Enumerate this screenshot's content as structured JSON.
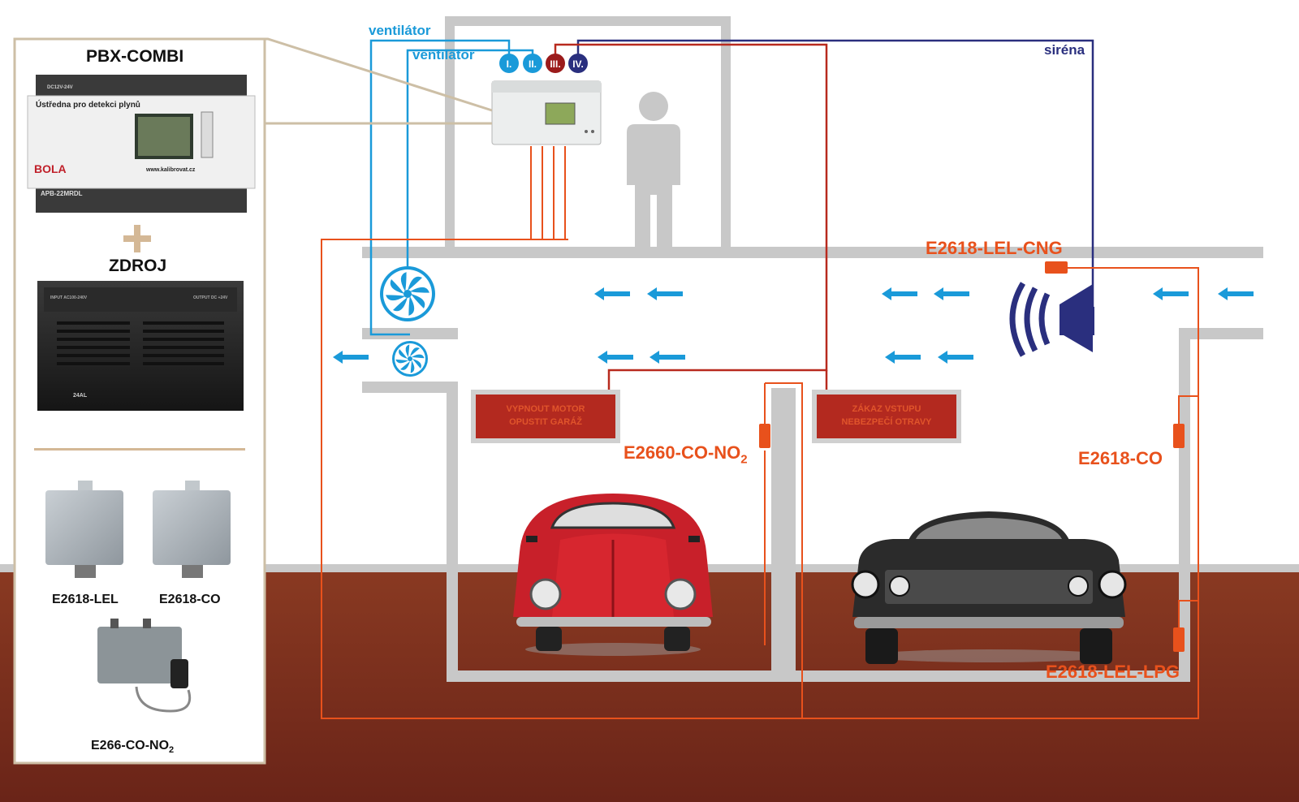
{
  "labels": {
    "pbx_combi": "PBX-COMBI",
    "zdroj": "ZDROJ",
    "plus": "+",
    "ventilator_1": "ventilátor",
    "ventilator_2": "ventilátor",
    "sirena": "siréna",
    "sensor_lel_cng": "E2618-LEL-CNG",
    "sensor_co_no2_main": "E2660-CO-NO",
    "sensor_co_no2_sub": "2",
    "sensor_co": "E2618-CO",
    "sensor_lel_lpg": "E2618-LEL-LPG",
    "panel_e2618_lel": "E2618-LEL",
    "panel_e2618_co": "E2618-CO",
    "panel_e266_main": "E266-CO-NO",
    "panel_e266_sub": "2"
  },
  "device": {
    "title": "Ústředna pro detekci plynů",
    "brand": "BOLA",
    "url": "www.kalibrovat.cz",
    "model": "APB-22MRDL",
    "voltage": "DC12V-24V"
  },
  "power_supply": {
    "input": "INPUT AC100-240V",
    "output": "OUTPUT DC +24V",
    "brand": "24AL"
  },
  "outputs": [
    {
      "label": "I.",
      "color": "#1a9ad9"
    },
    {
      "label": "II.",
      "color": "#1a9ad9"
    },
    {
      "label": "III.",
      "color": "#9b1b1b"
    },
    {
      "label": "IV.",
      "color": "#2a2f7e"
    }
  ],
  "signs": {
    "left": [
      "VYPNOUT MOTOR",
      "OPUSTIT GARÁŽ"
    ],
    "right": [
      "ZÁKAZ VSTUPU",
      "NEBEZPEČÍ OTRAVY"
    ]
  },
  "colors": {
    "ventilation_blue": "#1a9ad9",
    "wiring_orange": "#e8511c",
    "relay_red": "#b82a1e",
    "siren_navy": "#2a2f7e",
    "ground": "#7a2e1e",
    "building_gray": "#c8c8c8",
    "sign_bg": "#b3291f",
    "car_red": "#c8202a",
    "car_black": "#2b2b2b"
  }
}
